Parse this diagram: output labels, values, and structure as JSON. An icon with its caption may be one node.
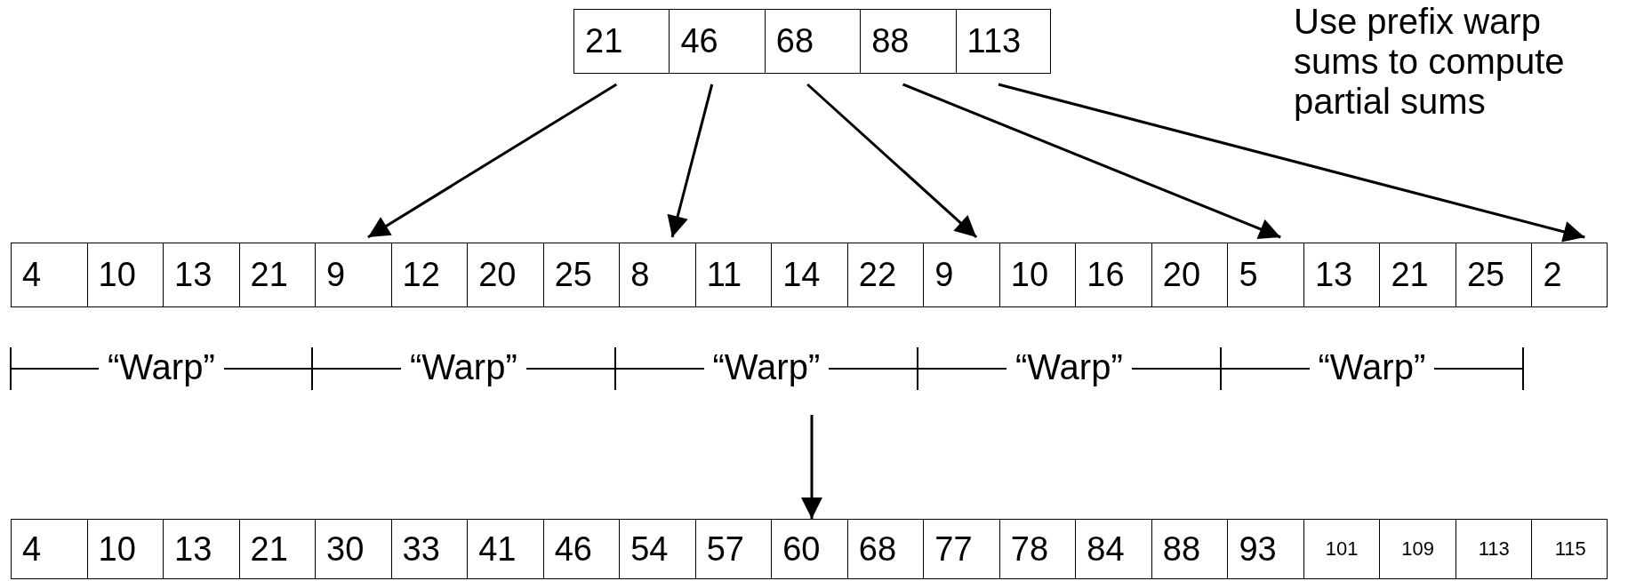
{
  "diagram": {
    "nodes": [
      {
        "text": [],
        "shape": "box"
      },
      {
        "text": [
          "21"
        ],
        "in": 0
      },
      {
        "text": [
          "46"
        ],
        "in": 0
      },
      {
        "text": [
          "68"
        ],
        "in": 0
      },
      {
        "text": [
          "88"
        ],
        "in": 0
      },
      {
        "text": [
          "113"
        ],
        "in": 0
      },
      {
        "text": [],
        "shape": "box"
      },
      {
        "text": [
          "4"
        ],
        "in": 6
      },
      {
        "text": [
          "10"
        ],
        "in": 6
      },
      {
        "text": [
          "13"
        ],
        "in": 6
      },
      {
        "text": [
          "21"
        ],
        "in": 6
      },
      {
        "text": [
          "9"
        ],
        "in": 6
      },
      {
        "text": [
          "12"
        ],
        "in": 6
      },
      {
        "text": [
          "20"
        ],
        "in": 6
      },
      {
        "text": [
          "25"
        ],
        "in": 6
      },
      {
        "text": [
          "8"
        ],
        "in": 6
      },
      {
        "text": [
          "11"
        ],
        "in": 6
      },
      {
        "text": [
          "14"
        ],
        "in": 6
      },
      {
        "text": [
          "22"
        ],
        "in": 6
      },
      {
        "text": [
          "9"
        ],
        "in": 6
      },
      {
        "text": [
          "10"
        ],
        "in": 6
      },
      {
        "text": [
          "16"
        ],
        "in": 6
      },
      {
        "text": [
          "20"
        ],
        "in": 6
      },
      {
        "text": [
          "5"
        ],
        "in": 6
      },
      {
        "text": [
          "13"
        ],
        "in": 6
      },
      {
        "text": [
          "21"
        ],
        "in": 6
      },
      {
        "text": [
          "25"
        ],
        "in": 6
      },
      {
        "text": [
          "2"
        ],
        "in": 6
      },
      {
        "text": [],
        "shape": "box"
      },
      {
        "text": [
          "4"
        ],
        "in": 28
      },
      {
        "text": [
          "10"
        ],
        "in": 28
      },
      {
        "text": [
          "13"
        ],
        "in": 28
      },
      {
        "text": [
          "21"
        ],
        "in": 28
      },
      {
        "text": [
          "30"
        ],
        "in": 28
      },
      {
        "text": [
          "33"
        ],
        "in": 28
      },
      {
        "text": [
          "41"
        ],
        "in": 28
      },
      {
        "text": [
          "46"
        ],
        "in": 28
      },
      {
        "text": [
          "54"
        ],
        "in": 28
      },
      {
        "text": [
          "57"
        ],
        "in": 28
      },
      {
        "text": [
          "60"
        ],
        "in": 28
      },
      {
        "text": [
          "68"
        ],
        "in": 28
      },
      {
        "text": [
          "77"
        ],
        "in": 28
      },
      {
        "text": [
          "78"
        ],
        "in": 28
      },
      {
        "text": [
          "84"
        ],
        "in": 28
      },
      {
        "text": [
          "88"
        ],
        "in": 28
      },
      {
        "text": [
          "93"
        ],
        "in": 28
      },
      {
        "text": [
          "101"
        ],
        "in": 28
      },
      {
        "text": [
          "109"
        ],
        "in": 28
      },
      {
        "text": [
          "113"
        ],
        "in": 28
      },
      {
        "text": [
          "115"
        ],
        "in": 28
      }
    ],
    "edges": [
      {
        "from": 1,
        "to": 11,
        "arrow": "to"
      },
      {
        "from": 2,
        "to": 15,
        "arrow": "to"
      },
      {
        "from": 3,
        "to": 19,
        "arrow": "to"
      },
      {
        "from": 4,
        "to": 23,
        "arrow": "to"
      },
      {
        "from": 5,
        "to": 27,
        "arrow": "to"
      },
      {
        "from": null,
        "to": 28,
        "arrow": "to"
      }
    ],
    "labels": [
      "Use prefix warp sums to compute partial sums",
      "“Warp”",
      "“Warp”",
      "“Warp”",
      "“Warp”",
      "“Warp”"
    ]
  }
}
